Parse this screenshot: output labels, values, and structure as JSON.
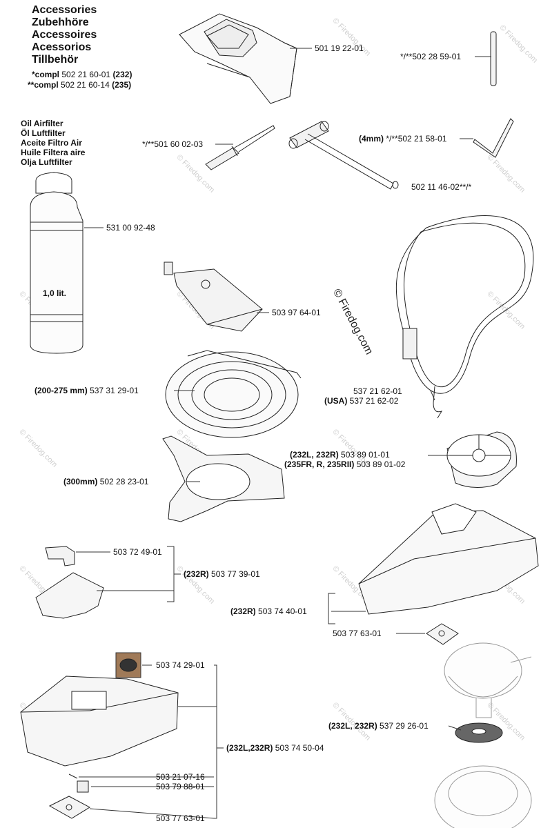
{
  "header": {
    "lines": [
      "Accessories",
      "Zubehhöre",
      "Accessoires",
      "Acessorios",
      "Tillbehör"
    ],
    "compl_1": {
      "prefix": "*compl",
      "number": "502 21 60-01",
      "model": "(232)"
    },
    "compl_2": {
      "prefix": "**compl",
      "number": "502 21 60-14",
      "model": "(235)"
    }
  },
  "oil_section": {
    "lines": [
      "Oil Airfilter",
      "Öl Luftfilter",
      "Aceite Filtro Air",
      "Huile Filtera aire",
      "Olja Luftfilter"
    ],
    "bottle_label": "1,0 lit."
  },
  "watermark": {
    "text": "© Firedog.com",
    "center_text": "© Firedog.com"
  },
  "parts": {
    "harness": {
      "number": "501 19 22-01"
    },
    "rod": {
      "number": "*/**502 28 59-01"
    },
    "screwdriver": {
      "number": "*/**501 60 02-03"
    },
    "hex_key": {
      "qualifier": "(4mm)",
      "number": "*/**502 21 58-01"
    },
    "t_wrench": {
      "number": "502 11 46-02**/*"
    },
    "oil_bottle": {
      "number": "531 00 92-48"
    },
    "grease_tube": {
      "number": "503 97 64-01"
    },
    "shoulder_strap": {
      "number": "537 21 62-01",
      "qualifier_2": "(USA)",
      "number_2": "537 21 62-02"
    },
    "guard_200": {
      "qualifier": "(200-275 mm)",
      "number": "537 31 29-01"
    },
    "guard_300": {
      "qualifier": "(300mm)",
      "number": "502 28 23-01"
    },
    "trimmer_head": {
      "qualifier": "(232L, 232R)",
      "number": "503 89 01-01",
      "qualifier_2": "(235FR, R, 235RII)",
      "number_2": "503 89 01-02"
    },
    "bracket": {
      "number": "503 72 49-01"
    },
    "small_guard": {
      "qualifier": "(232R)",
      "number": "503 77 39-01"
    },
    "long_guard": {
      "qualifier": "(232R)",
      "number": "503 74 40-01"
    },
    "plate_right": {
      "number": "503 77 63-01"
    },
    "decal": {
      "number": "503 74 29-01"
    },
    "big_guard": {
      "qualifier": "(232L,232R)",
      "number": "503 74 50-04"
    },
    "washer": {
      "qualifier": "(232L, 232R)",
      "number": "537 29 26-01"
    },
    "screw": {
      "number": "503 21 07-16"
    },
    "clip": {
      "number": "503 79 88-01"
    },
    "plate_bottom": {
      "number": "503 77 63-01"
    }
  }
}
